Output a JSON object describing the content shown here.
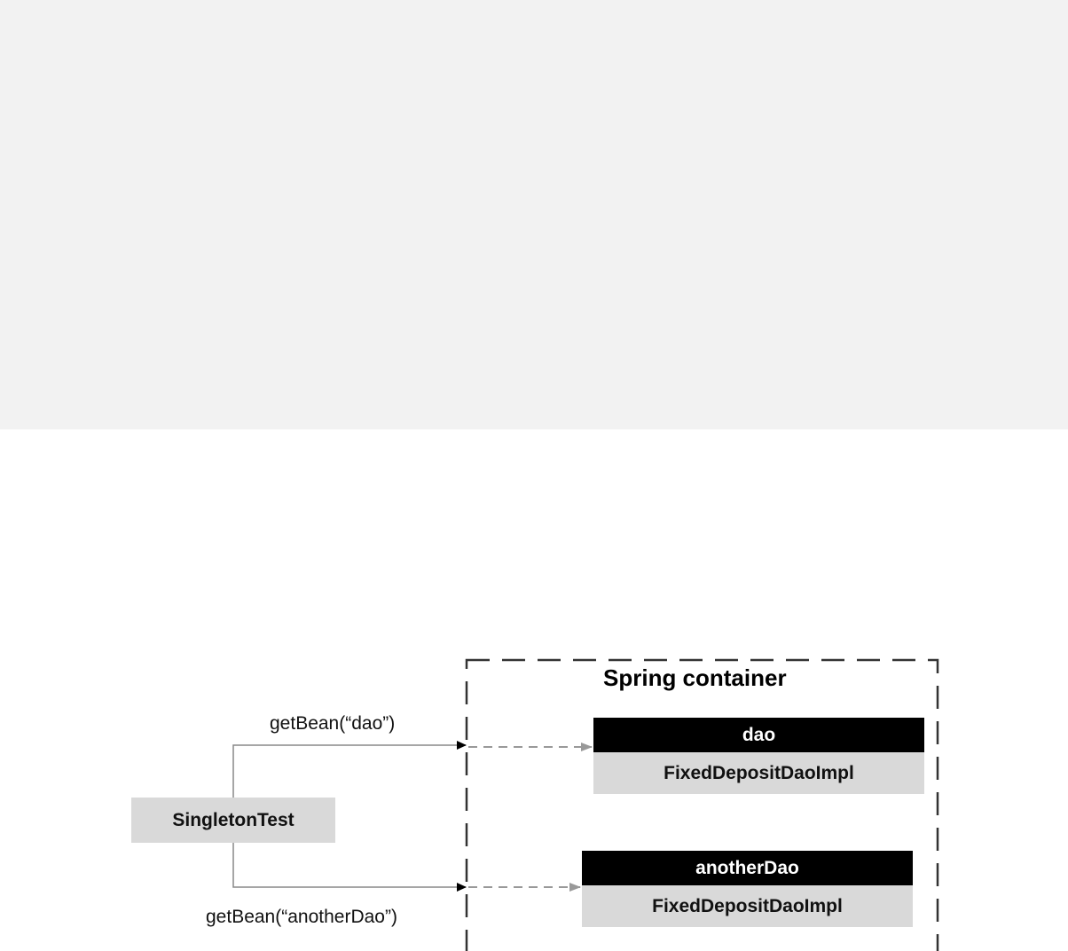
{
  "diagram": {
    "container": {
      "title": "Spring container"
    },
    "client": {
      "label": "SingletonTest"
    },
    "calls": [
      {
        "label": "getBean(“dao”)"
      },
      {
        "label": "getBean(“anotherDao”)"
      }
    ],
    "beans": [
      {
        "name": "dao",
        "class": "FixedDepositDaoImpl"
      },
      {
        "name": "anotherDao",
        "class": "FixedDepositDaoImpl"
      }
    ],
    "colors": {
      "top_band": "#f2f2f2",
      "box_fill": "#d9d9d9",
      "bean_name_fill": "#000000",
      "connector": "#888888",
      "dashed_arrow": "#999999"
    }
  }
}
